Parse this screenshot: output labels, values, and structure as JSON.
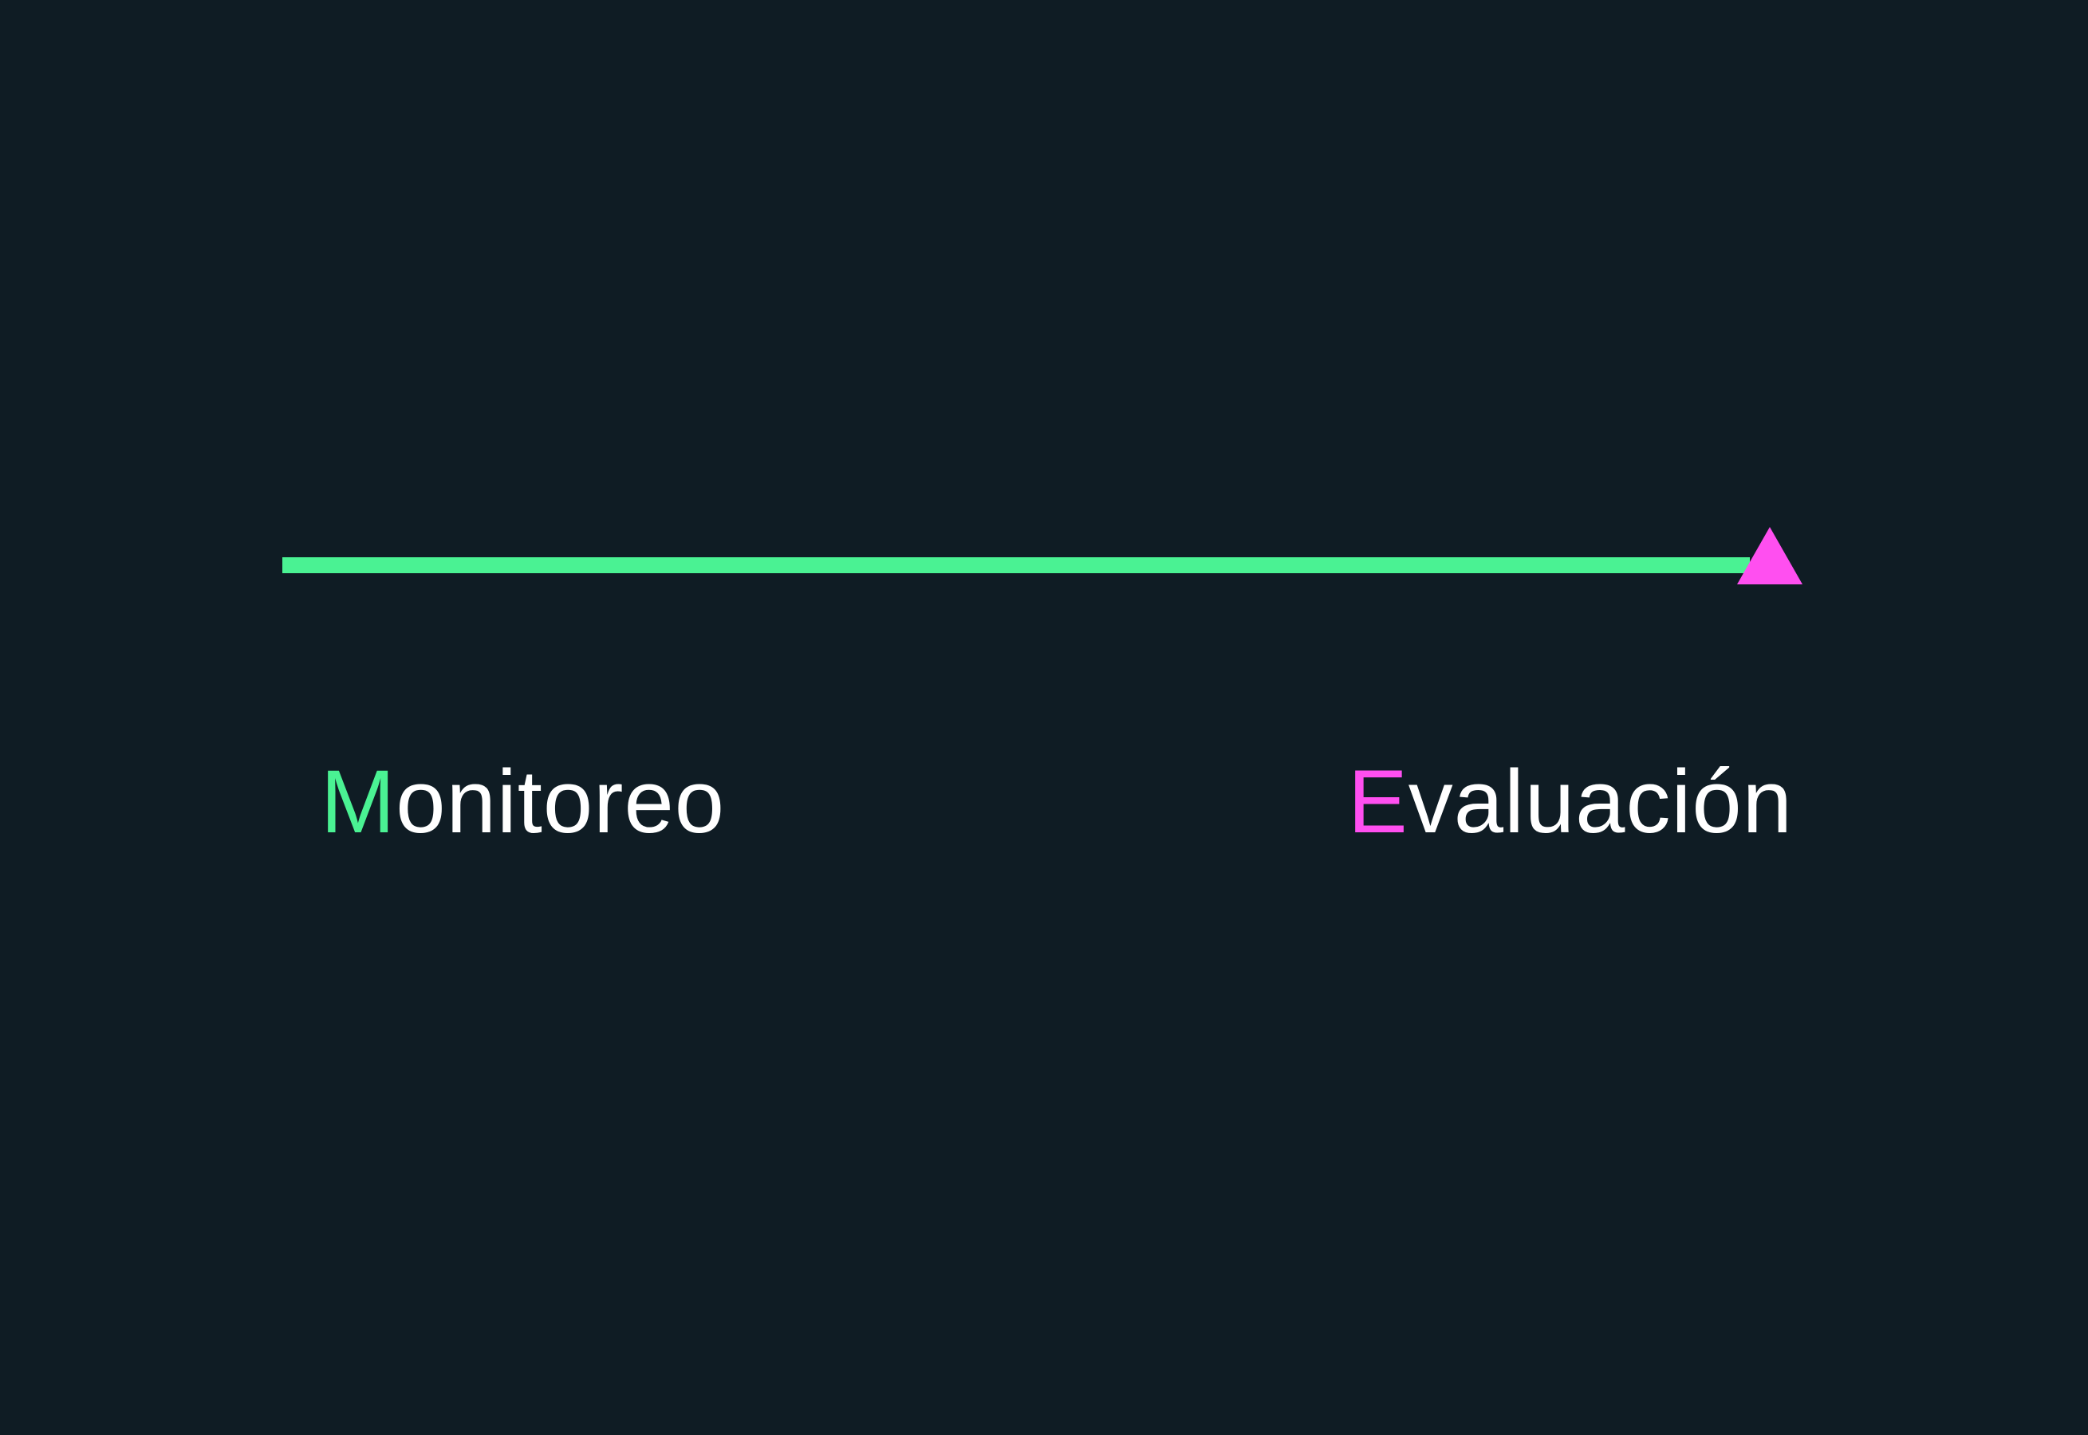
{
  "colors": {
    "background": "#0F1C24",
    "track": "#4AF293",
    "marker": "#FF4FF0",
    "text": "#FFFFFF",
    "monitoreo_accent": "#4AF293",
    "evaluacion_accent": "#FF4FF0"
  },
  "marker": {
    "shape": "triangle-up"
  },
  "labels": {
    "monitoreo": {
      "initial": "M",
      "rest": "onitoreo"
    },
    "evaluacion": {
      "initial": "E",
      "rest": "valuación"
    }
  }
}
